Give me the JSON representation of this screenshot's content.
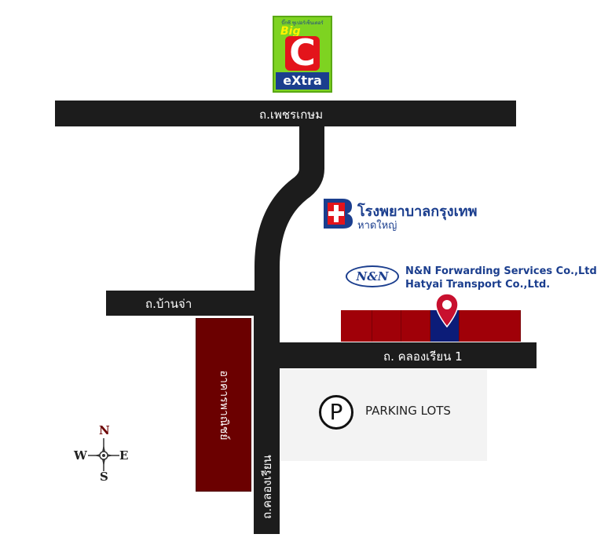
{
  "landmarks": {
    "bigc": {
      "top_text": "บิ๊กซี ซูเปอร์เซ็นเตอร์",
      "big": "Big",
      "c": "C",
      "extra": "eXtra"
    },
    "hospital": {
      "name": "โรงพยาบาลกรุงเทพ",
      "sub": "หาดใหญ่"
    },
    "company": {
      "logo": "N&N",
      "line1": "N&N Forwarding Services Co.,Ltd.",
      "line2": "Hatyai Transport Co.,Ltd."
    },
    "commercial": "อาคารพาณิชย์",
    "parking": {
      "symbol": "P",
      "label": "PARKING LOTS"
    }
  },
  "roads": {
    "phetkasem": "ถ.เพชรเกษม",
    "banchanchan": "ถ.บ้านจ่า",
    "khlong_rian_1": "ถ. คลองเรียน 1",
    "khlong_rian": "ถ.คลองเรียน"
  },
  "compass": {
    "n": "N",
    "s": "S",
    "e": "E",
    "w": "W"
  },
  "colors": {
    "road": "#1c1c1c",
    "building": "#a00008",
    "target_building": "#0c1c78",
    "commercial": "#6b0000",
    "pin": "#c8102e",
    "brand_blue": "#1b3e8e"
  }
}
